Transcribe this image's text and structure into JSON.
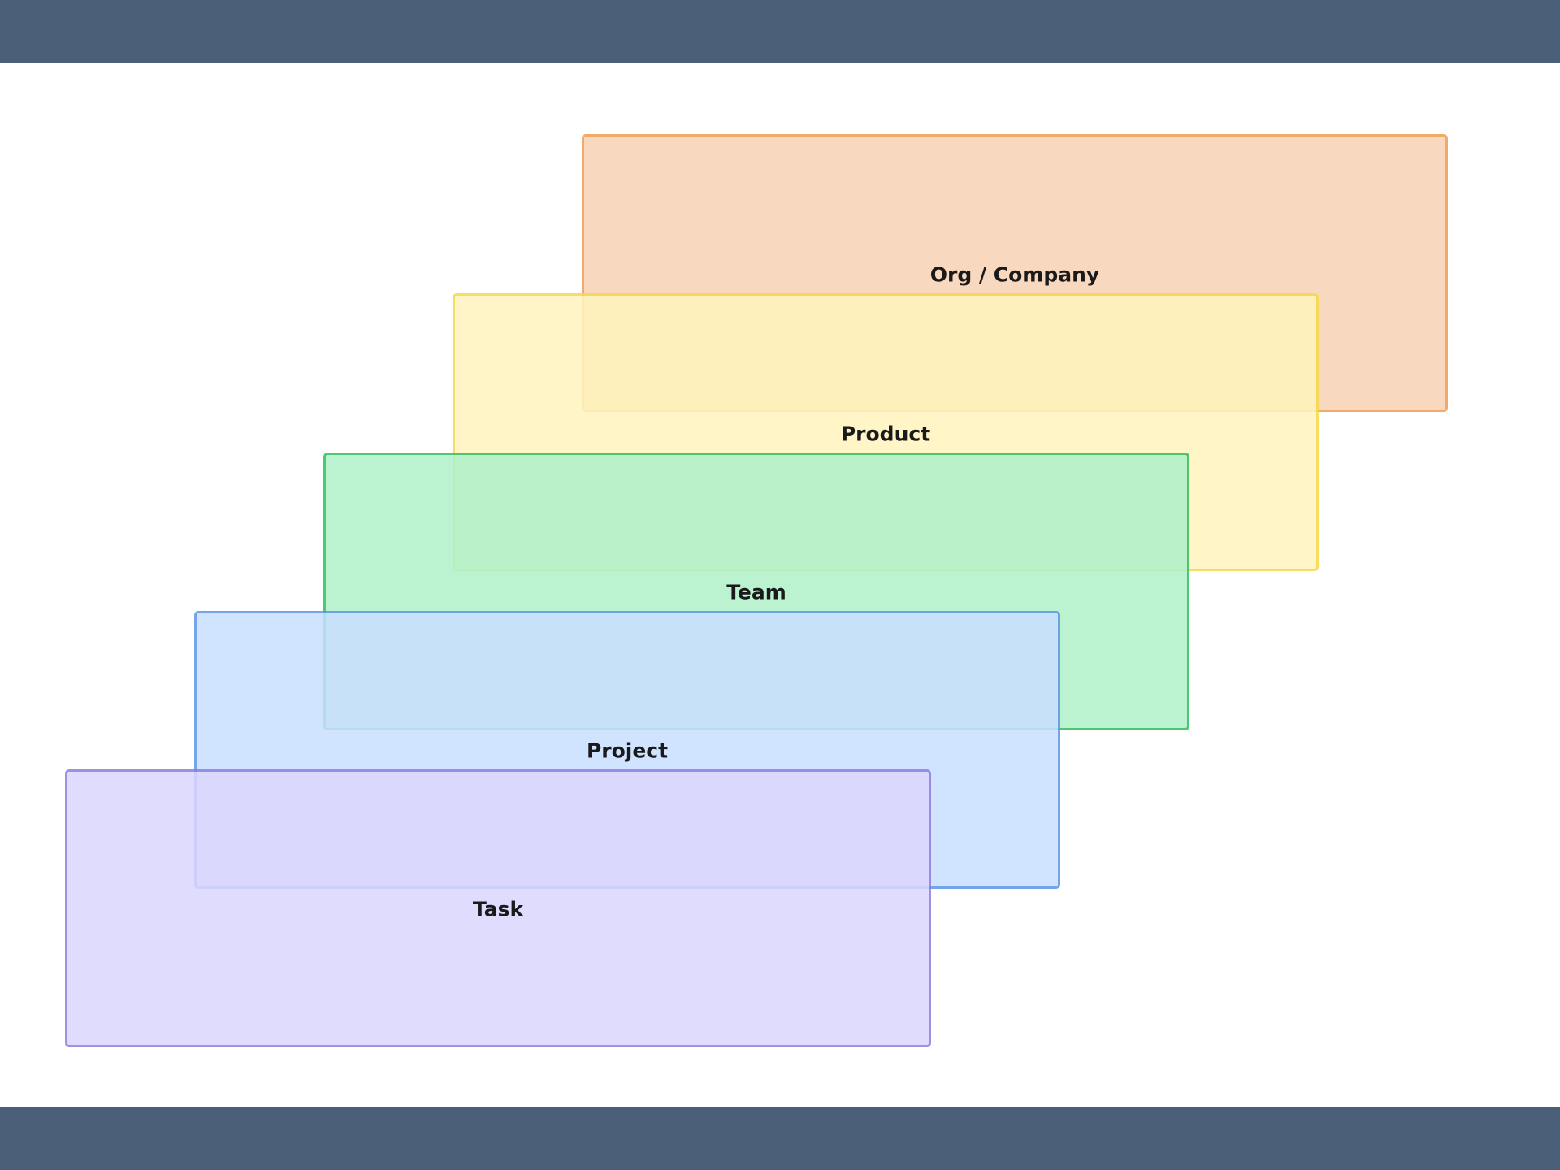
{
  "layers": [
    {
      "label": "Org / Company",
      "fill": "#f8d3b5",
      "stroke": "#ef9d52"
    },
    {
      "label": "Product",
      "fill": "#fff4bd",
      "stroke": "#f7d84a"
    },
    {
      "label": "Team",
      "fill": "#b1f1c9",
      "stroke": "#2fbe5d"
    },
    {
      "label": "Project",
      "fill": "#c9dfff",
      "stroke": "#5f97e6"
    },
    {
      "label": "Task",
      "fill": "#dcd7fd",
      "stroke": "#8e7fe0"
    }
  ]
}
